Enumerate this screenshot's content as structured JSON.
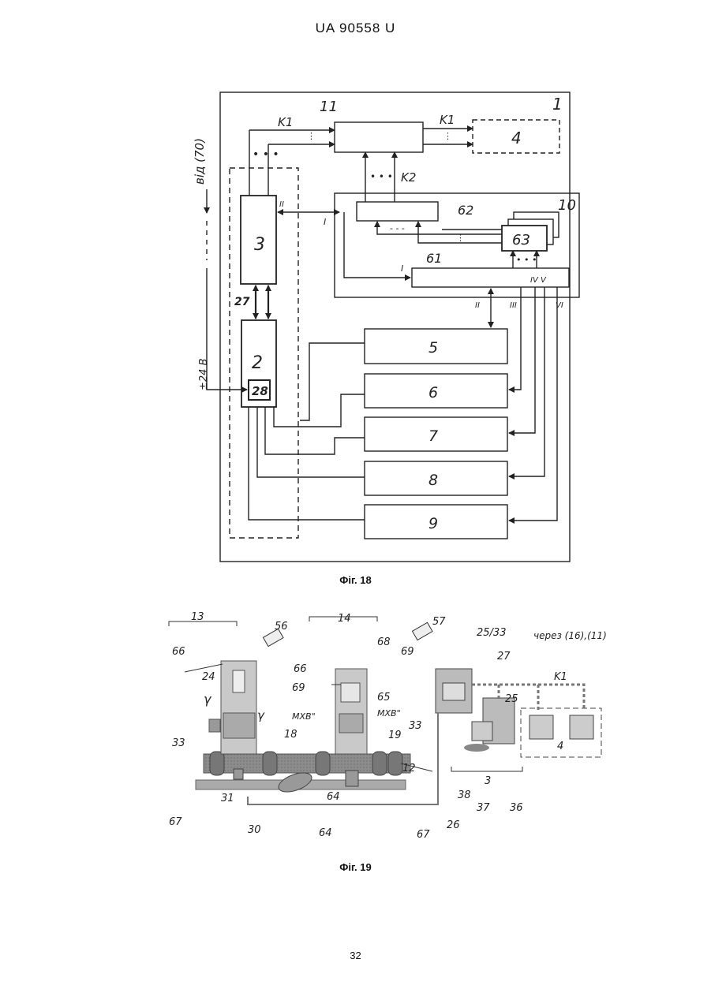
{
  "header": {
    "patent_number": "UA   90558   U"
  },
  "figure18": {
    "caption": "Фіг. 18",
    "block_labels": {
      "b1": "1",
      "b2": "2",
      "b3": "3",
      "b4": "4",
      "b5": "5",
      "b6": "6",
      "b7": "7",
      "b8": "8",
      "b9": "9",
      "b10": "10",
      "b11": "11",
      "b28": "28",
      "b61": "61",
      "b62": "62",
      "b63": "63"
    },
    "signal_labels": {
      "k1_left": "K1",
      "k1_right": "K1",
      "k2": "K2",
      "ref_27": "27"
    },
    "port_labels": {
      "p_ii_3": "II",
      "p_i_left": "I",
      "p_i_61": "I",
      "p_iv_v": "IV V",
      "p_ii_bottom": "II",
      "p_iii": "III",
      "p_vi": "VI"
    },
    "side_labels": {
      "from_70": "від (70)",
      "power": "±24 В"
    }
  },
  "figure19": {
    "caption": "Фіг. 19",
    "labels": {
      "n13": "13",
      "n14": "14",
      "n56": "56",
      "n57": "57",
      "n66a": "66",
      "n66b": "66",
      "n68": "68",
      "n69a": "69",
      "n69b": "69",
      "n24": "24",
      "n65": "65",
      "n33a": "33",
      "n33b": "33",
      "gamma_a": "γ",
      "gamma_b": "γ",
      "mxb1": "МХВ\"",
      "mxb2": "МХВ\"",
      "n18": "18",
      "n19": "19",
      "n12": "12",
      "n31": "31",
      "n30": "30",
      "n64a": "64",
      "n64b": "64",
      "n67a": "67",
      "n67b": "67",
      "n2533": "25/33",
      "n27": "27",
      "n25": "25",
      "via": "через (16),(11)",
      "k1": "K1",
      "n3": "3",
      "n4": "4",
      "n38": "38",
      "n37": "37",
      "n36": "36",
      "n26": "26"
    }
  },
  "footer": {
    "page_number": "32"
  }
}
